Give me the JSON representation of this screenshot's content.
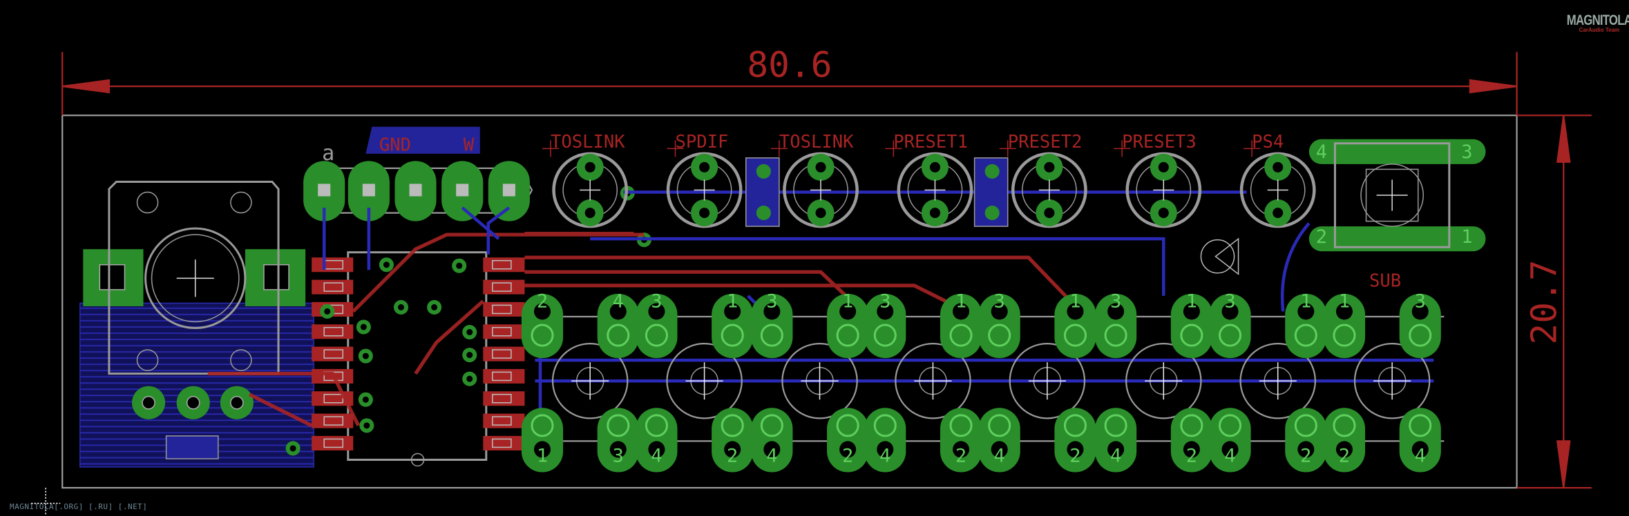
{
  "dimensions": {
    "width": "80.6",
    "height": "20.7"
  },
  "header_labels": {
    "gnd": "GND",
    "w": "W",
    "pin1": "a"
  },
  "led_labels": [
    "TOSLINK",
    "SPDIF",
    "TOSLINK",
    "PRESET1",
    "PRESET2",
    "PRESET3",
    "PS4"
  ],
  "sub_label": "SUB",
  "switch_pad_numbers": [
    [
      "2",
      "1",
      "4",
      "3"
    ],
    [
      "3",
      "4",
      "1",
      "2"
    ],
    [
      "3",
      "4",
      "1",
      "2"
    ],
    [
      "3",
      "4",
      "1",
      "2"
    ],
    [
      "3",
      "4",
      "1",
      "2"
    ],
    [
      "3",
      "4",
      "1",
      "2"
    ],
    [
      "3",
      "4",
      "1",
      "2"
    ],
    [
      "1",
      "2",
      "3",
      "4"
    ]
  ],
  "tact_pad_numbers": [
    "4",
    "3",
    "2",
    "1"
  ],
  "logo": {
    "main": "MAGNITOLA",
    "sub": "CarAudio Team"
  },
  "footer_text": "MAGNITOLA[.ORG] [.RU] [.NET]",
  "colors": {
    "background": "#000000",
    "top_copper": "#a82424",
    "bottom_copper": "#24249a",
    "pads": "#2a8f2a",
    "silkscreen": "#9a9a9a"
  }
}
